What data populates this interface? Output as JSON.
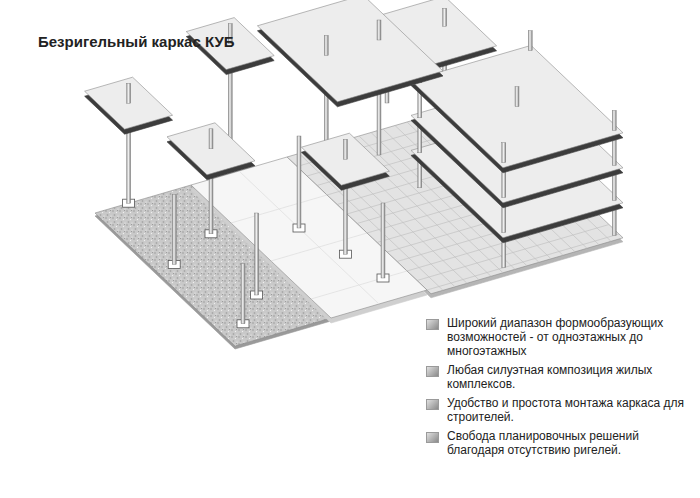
{
  "diagram": {
    "title": "Безригельный каркас КУБ",
    "labels": [
      "Широкий диапазон формообразующих возможностей - от одноэтажных до многоэтажных",
      "Любая силуэтная композиция жилых комплексов.",
      "Удобство и простота монтажа каркаса для строителей.",
      "Свобода планировочных решений благодаря отсутствию ригелей."
    ]
  }
}
